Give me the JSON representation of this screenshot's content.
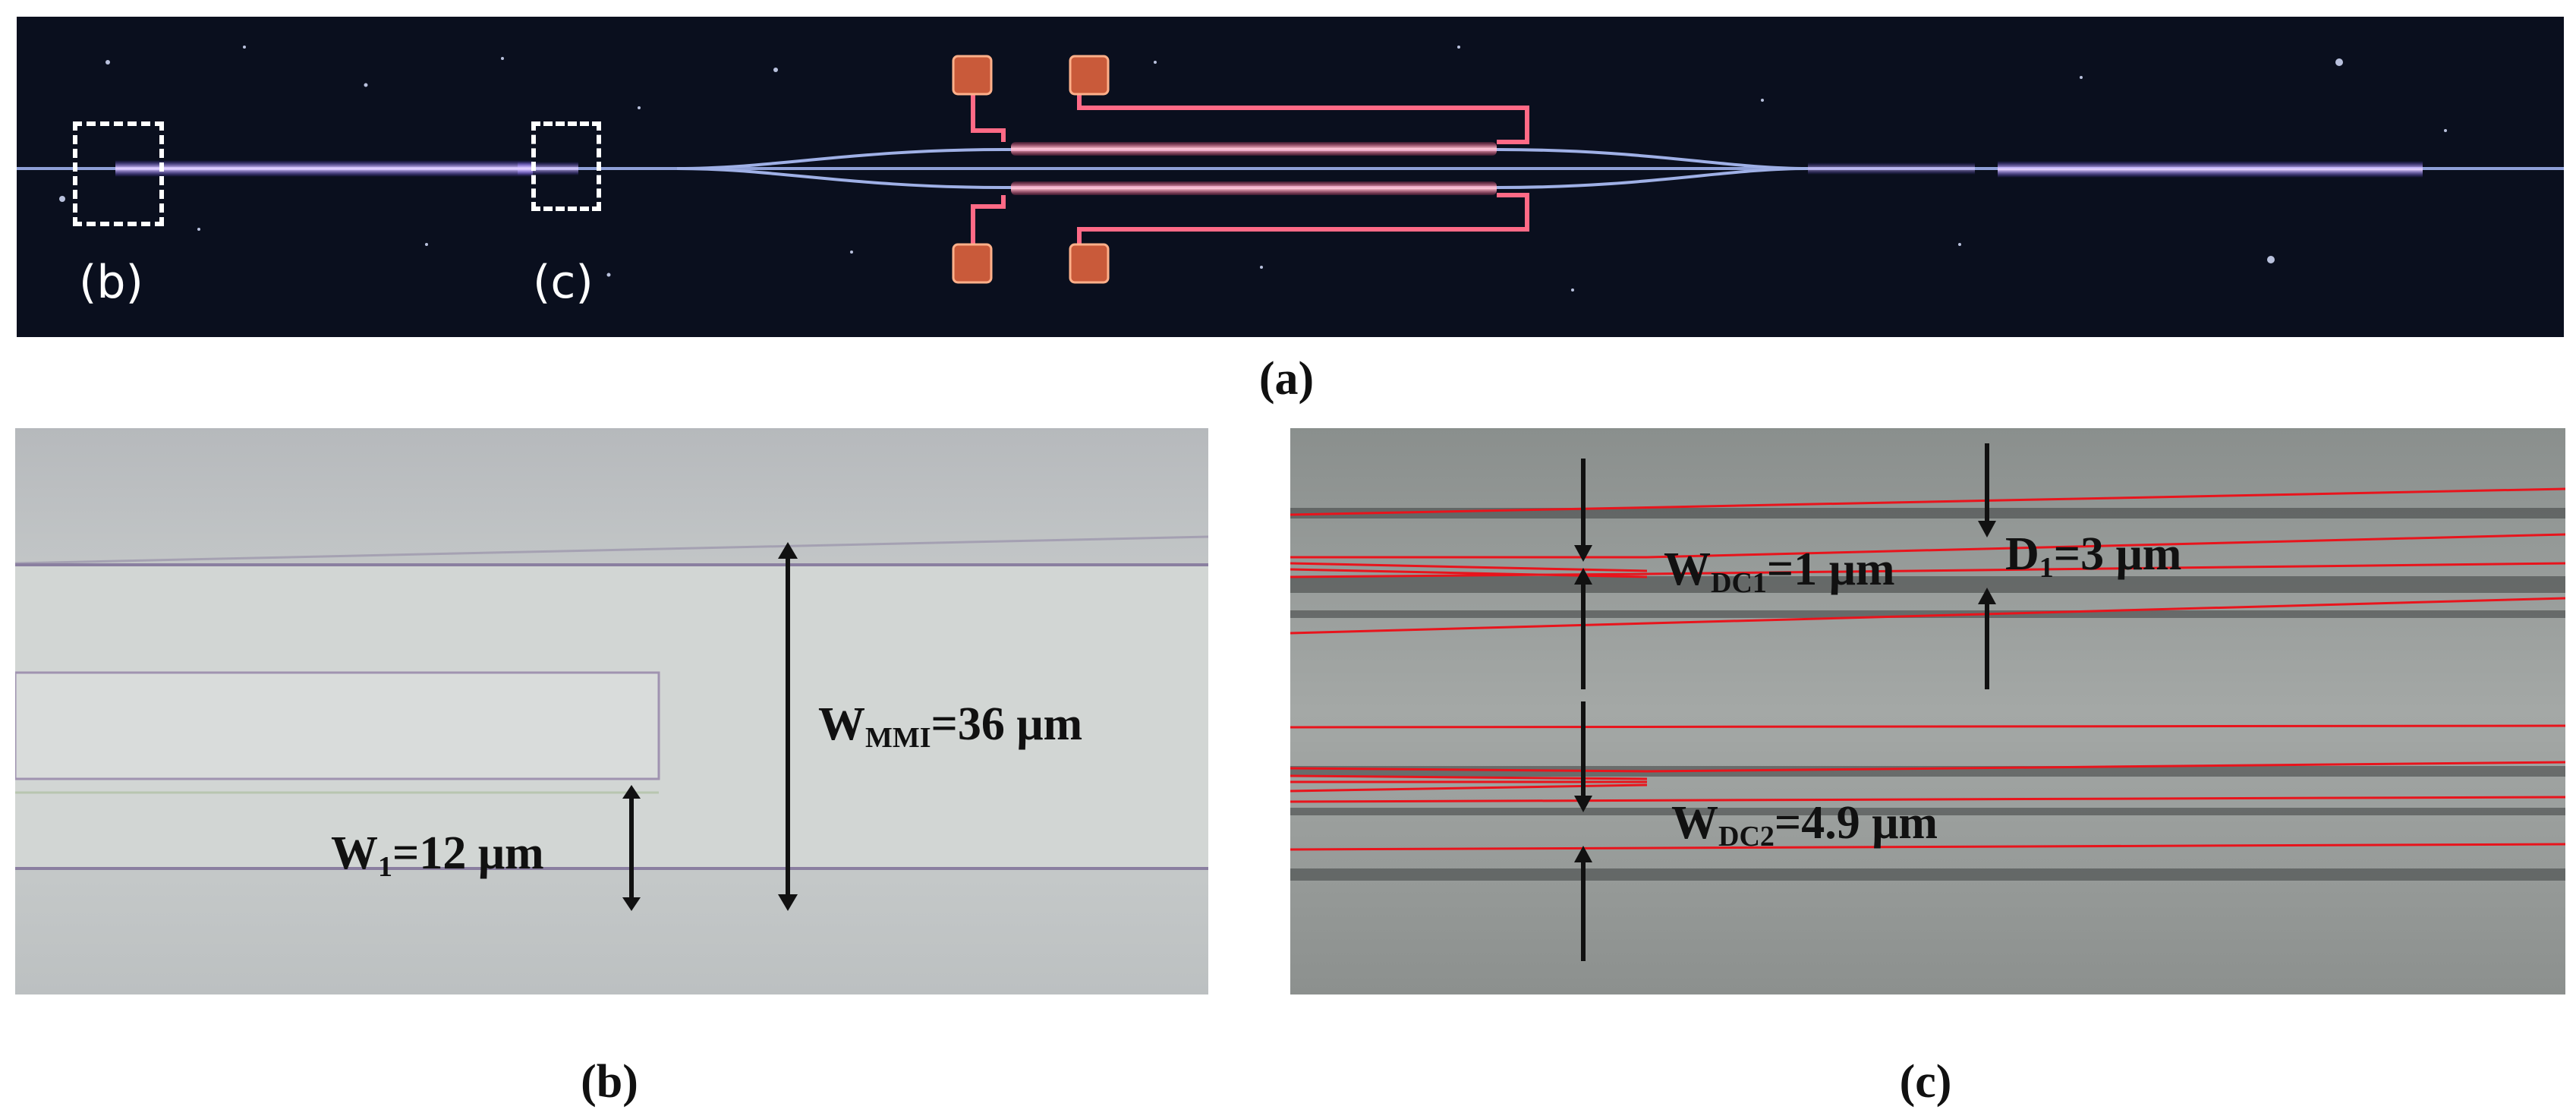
{
  "figure": {
    "captions": {
      "a": "(a)",
      "b": "(b)",
      "c": "(c)"
    },
    "panel_a": {
      "inset_labels": {
        "b": "(b)",
        "c": "(c)"
      },
      "colors": {
        "background": "#0a0f1e",
        "waveguide": "#b89cff",
        "electrode": "#ff6a86",
        "pad": "#e0705a"
      }
    },
    "panel_b": {
      "label_w1_main": "W",
      "label_w1_sub": "1",
      "label_w1_rest": "=12 μm",
      "label_wmmi_main": "W",
      "label_wmmi_sub": "MMI",
      "label_wmmi_rest": "=36 μm",
      "colors": {
        "background": "#c3c6c7"
      }
    },
    "panel_c": {
      "label_wdc1_main": "W",
      "label_wdc1_sub": "DC1",
      "label_wdc1_rest": "=1 μm",
      "label_d1_main": "D",
      "label_d1_sub": "1",
      "label_d1_rest": "=3 μm",
      "label_wdc2_main": "W",
      "label_wdc2_sub": "DC2",
      "label_wdc2_rest": "=4.9 μm",
      "colors": {
        "background": "#8e9290",
        "overlay_lines": "#e8141c"
      }
    }
  }
}
